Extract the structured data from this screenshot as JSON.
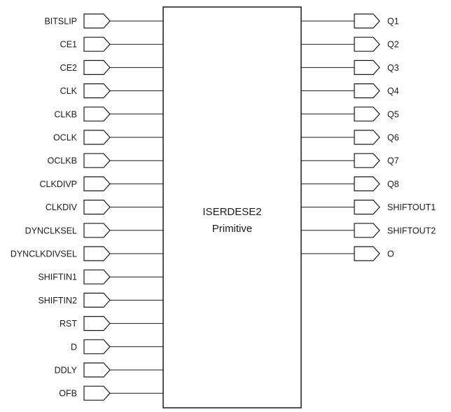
{
  "block": {
    "name": "ISERDESE2",
    "subtitle": "Primitive"
  },
  "inputs": [
    "BITSLIP",
    "CE1",
    "CE2",
    "CLK",
    "CLKB",
    "OCLK",
    "OCLKB",
    "CLKDIVP",
    "CLKDIV",
    "DYNCLKSEL",
    "DYNCLKDIVSEL",
    "SHIFTIN1",
    "SHIFTIN2",
    "RST",
    "D",
    "DDLY",
    "OFB"
  ],
  "outputs": [
    "Q1",
    "Q2",
    "Q3",
    "Q4",
    "Q5",
    "Q6",
    "Q7",
    "Q8",
    "SHIFTOUT1",
    "SHIFTOUT2",
    "O"
  ]
}
